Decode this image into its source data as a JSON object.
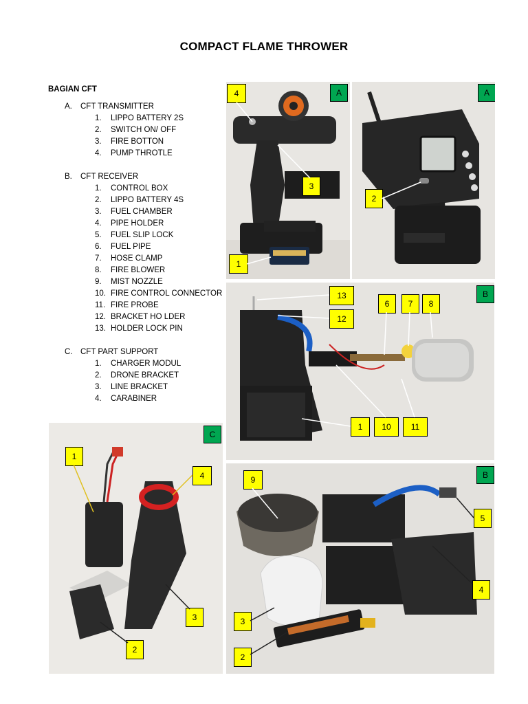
{
  "title": "COMPACT FLAME THROWER",
  "parts_heading": "BAGIAN CFT",
  "sections": [
    {
      "letter": "A.",
      "title": "CFT TRANSMITTER",
      "items": [
        "LIPPO BATTERY 2S",
        "SWITCH ON/ OFF",
        "FIRE BOTTON",
        "PUMP THROTLE"
      ]
    },
    {
      "letter": "B.",
      "title": "CFT RECEIVER",
      "items": [
        "CONTROL BOX",
        "LIPPO BATTERY 4S",
        "FUEL CHAMBER",
        "PIPE HOLDER",
        "FUEL SLIP LOCK",
        "FUEL PIPE",
        "HOSE CLAMP",
        "FIRE BLOWER",
        "MIST NOZZLE",
        "FIRE CONTROL CONNECTOR",
        "FIRE PROBE",
        "BRACKET HO LDER",
        "HOLDER LOCK PIN"
      ]
    },
    {
      "letter": "C.",
      "title": "CFT PART SUPPORT",
      "items": [
        "CHARGER MODUL",
        "DRONE BRACKET",
        "LINE BRACKET",
        "CARABINER"
      ]
    }
  ],
  "photos": {
    "transmitter_left": {
      "tag": "A",
      "callouts": [
        "4",
        "3",
        "1"
      ]
    },
    "transmitter_right": {
      "tag": "A",
      "callouts": [
        "2"
      ]
    },
    "receiver_top": {
      "tag": "B",
      "callouts": [
        "13",
        "12",
        "6",
        "7",
        "8",
        "1",
        "10",
        "11"
      ]
    },
    "support": {
      "tag": "C",
      "callouts": [
        "1",
        "4",
        "3",
        "2"
      ]
    },
    "receiver_bottom": {
      "tag": "B",
      "callouts": [
        "9",
        "5",
        "4",
        "3",
        "2"
      ]
    }
  },
  "colors": {
    "callout": "#ffff00",
    "tag": "#00a651"
  }
}
